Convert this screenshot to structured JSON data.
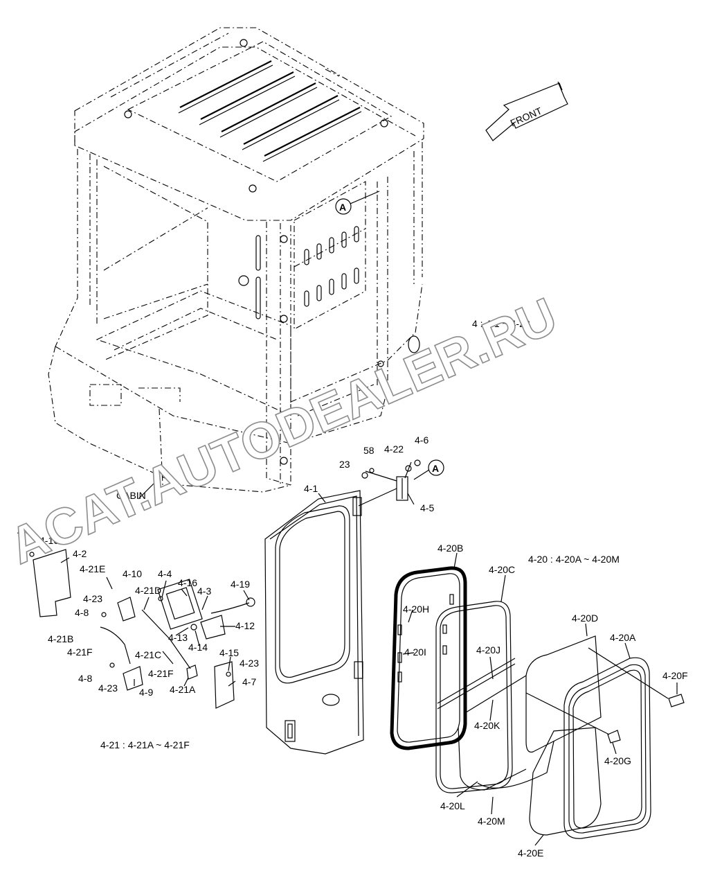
{
  "front_label": "FRONT",
  "cabin_label": "CABIN",
  "ref_marker": "A",
  "watermark": "ACAT.AUTODEALER.RU",
  "group_notes": {
    "group_4": "4 : 4-1 ~ 4-23",
    "group_4_20": "4-20 : 4-20A ~ 4-20M",
    "group_4_21": "4-21 : 4-21A ~ 4-21F"
  },
  "callouts": {
    "c_23_top": "23",
    "c_58": "58",
    "c_4_22": "4-22",
    "c_4_6": "4-6",
    "c_4_5": "4-5",
    "c_4_1": "4-1",
    "c_4_4_left": "4-4",
    "c_4_16_left": "4-16",
    "c_4_2": "4-2",
    "c_4_21E": "4-21E",
    "c_4_10": "4-10",
    "c_4_4_mid": "4-4",
    "c_4_16_mid": "4-16",
    "c_4_21D": "4-21D",
    "c_4_3": "4-3",
    "c_4_19": "4-19",
    "c_4_23_a": "4-23",
    "c_4_8_a": "4-8",
    "c_4_12": "4-12",
    "c_4_21B": "4-21B",
    "c_4_13": "4-13",
    "c_4_14": "4-14",
    "c_4_21F_a": "4-21F",
    "c_4_21C": "4-21C",
    "c_4_15": "4-15",
    "c_4_23_b": "4-23",
    "c_4_21F_b": "4-21F",
    "c_4_7": "4-7",
    "c_4_8_b": "4-8",
    "c_4_23_c": "4-23",
    "c_4_9": "4-9",
    "c_4_21A": "4-21A",
    "c_4_20B": "4-20B",
    "c_4_20C": "4-20C",
    "c_4_20H": "4-20H",
    "c_4_20I": "4-20I",
    "c_4_20J": "4-20J",
    "c_4_20K": "4-20K",
    "c_4_20D": "4-20D",
    "c_4_20A": "4-20A",
    "c_4_20F": "4-20F",
    "c_4_20G": "4-20G",
    "c_4_20L": "4-20L",
    "c_4_20M": "4-20M",
    "c_4_20E": "4-20E"
  }
}
